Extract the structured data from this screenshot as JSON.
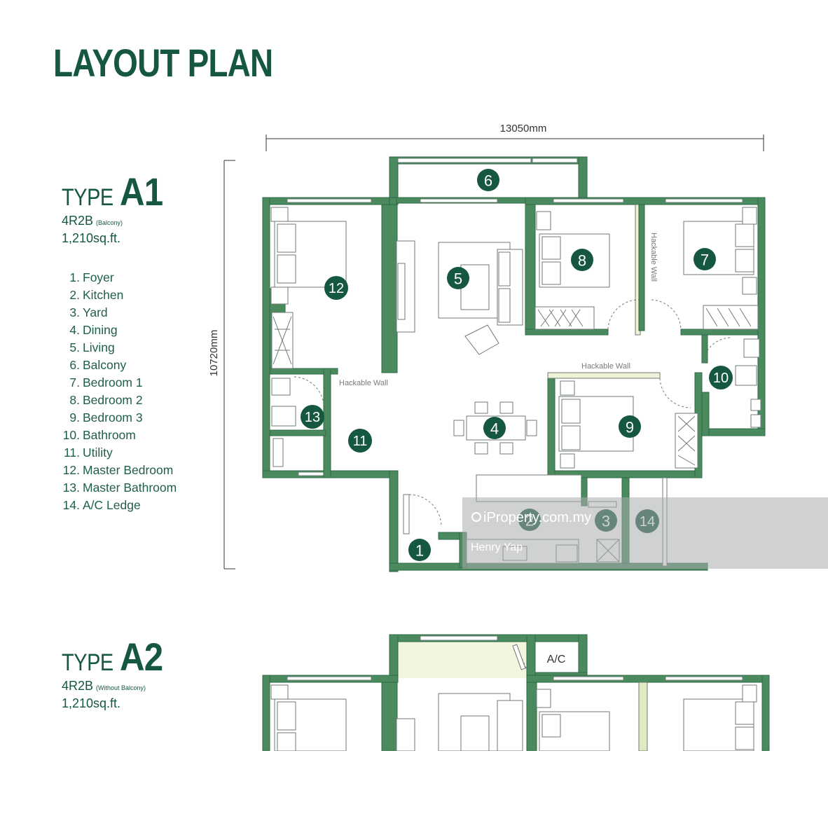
{
  "page": {
    "title": "LAYOUT PLAN"
  },
  "type_a1": {
    "type_word": "TYPE",
    "type_code": "A1",
    "config": "4R2B",
    "config_note": "(Balcony)",
    "area": "1,210sq.ft."
  },
  "type_a2": {
    "type_word": "TYPE",
    "type_code": "A2",
    "config": "4R2B",
    "config_note": "(Without Balcony)",
    "area": "1,210sq.ft."
  },
  "legend": [
    {
      "num": "1.",
      "label": "Foyer"
    },
    {
      "num": "2.",
      "label": "Kitchen"
    },
    {
      "num": "3.",
      "label": "Yard"
    },
    {
      "num": "4.",
      "label": "Dining"
    },
    {
      "num": "5.",
      "label": "Living"
    },
    {
      "num": "6.",
      "label": "Balcony"
    },
    {
      "num": "7.",
      "label": "Bedroom 1"
    },
    {
      "num": "8.",
      "label": "Bedroom 2"
    },
    {
      "num": "9.",
      "label": "Bedroom 3"
    },
    {
      "num": "10.",
      "label": "Bathroom"
    },
    {
      "num": "11.",
      "label": "Utility"
    },
    {
      "num": "12.",
      "label": "Master Bedroom"
    },
    {
      "num": "13.",
      "label": "Master Bathroom"
    },
    {
      "num": "14.",
      "label": "A/C Ledge"
    }
  ],
  "dimensions": {
    "width": "13050mm",
    "height": "10720mm"
  },
  "room_markers": [
    "1",
    "2",
    "3",
    "4",
    "5",
    "6",
    "7",
    "8",
    "9",
    "10",
    "11",
    "12",
    "13",
    "14"
  ],
  "wall_notes": {
    "hackable_1": "Hackable Wall",
    "hackable_2": "Hackable Wall",
    "hackable_3": "Hackable Wall"
  },
  "a2_plan": {
    "ac_label": "A/C"
  },
  "watermark": {
    "site": "iProperty.com.my",
    "agent": "Henry Yap"
  },
  "colors": {
    "brand_green": "#15573f",
    "wall_green": "#4a8a5e",
    "wall_edge": "#2f6b45",
    "marker_fill": "#15573f",
    "hackable_fill": "#eef3d8",
    "watermark_band": "#a9acae"
  }
}
